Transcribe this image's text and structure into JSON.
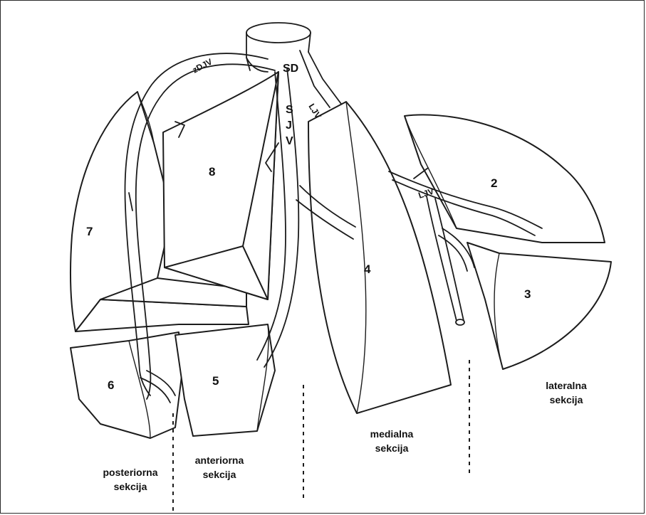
{
  "segments": {
    "s2": "2",
    "s3": "3",
    "s4": "4",
    "s5": "5",
    "s6": "6",
    "s7": "7",
    "s8": "8"
  },
  "vessels": {
    "zdjv": "zDJV",
    "sd": "SD",
    "ljv_upper": "LJV",
    "ljv_lower": "LJV",
    "sjv_s": "S",
    "sjv_j": "J",
    "sjv_v": "V"
  },
  "sections": {
    "posterior_line1": "posteriorna",
    "posterior_line2": "sekcija",
    "anterior_line1": "anteriorna",
    "anterior_line2": "sekcija",
    "medial_line1": "medialna",
    "medial_line2": "sekcija",
    "lateral_line1": "lateralna",
    "lateral_line2": "sekcija"
  }
}
